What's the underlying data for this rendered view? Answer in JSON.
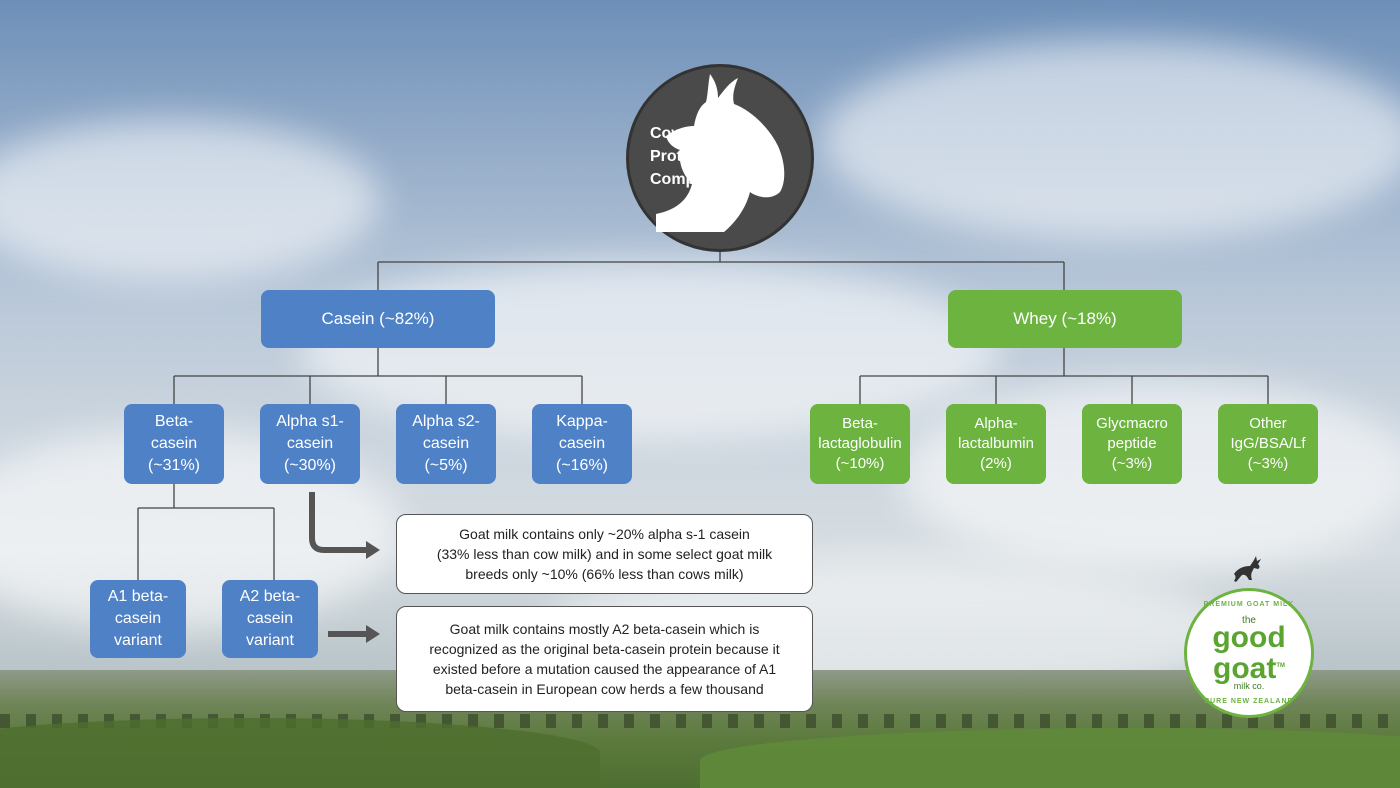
{
  "root": {
    "label_lines": [
      "Cow’s Milk",
      "Protein",
      "Composition"
    ]
  },
  "casein": {
    "label": "Casein (~82%)",
    "children": [
      {
        "lines": [
          "Beta-",
          "casein",
          "(~31%)"
        ]
      },
      {
        "lines": [
          "Alpha s1-",
          "casein",
          "(~30%)"
        ]
      },
      {
        "lines": [
          "Alpha s2-",
          "casein",
          "(~5%)"
        ]
      },
      {
        "lines": [
          "Kappa-",
          "casein",
          "(~16%)"
        ]
      }
    ],
    "variants": [
      {
        "lines": [
          "A1 beta-",
          "casein",
          "variant"
        ]
      },
      {
        "lines": [
          "A2 beta-",
          "casein",
          "variant"
        ]
      }
    ]
  },
  "whey": {
    "label": "Whey (~18%)",
    "children": [
      {
        "lines": [
          "Beta-",
          "lactaglobulin",
          "(~10%)"
        ]
      },
      {
        "lines": [
          "Alpha-",
          "lactalbumin",
          "(2%)"
        ]
      },
      {
        "lines": [
          "Glycmacro",
          "peptide",
          "(~3%)"
        ]
      },
      {
        "lines": [
          "Other",
          "IgG/BSA/Lf",
          "(~3%)"
        ]
      }
    ]
  },
  "notes": [
    {
      "lines": [
        "Goat milk contains only ~20% alpha s-1 casein",
        "(33% less than cow milk) and in some select goat milk",
        "breeds only ~10% (66% less than cows milk)"
      ]
    },
    {
      "lines": [
        "Goat milk contains mostly A2 beta-casein which is",
        "recognized as the original beta-casein protein because it",
        "existed before a mutation caused the appearance of A1",
        "beta-casein in European cow herds a few thousand"
      ]
    }
  ],
  "logo": {
    "ring_top": "PREMIUM GOAT MILK",
    "the": "the",
    "good": "good",
    "goat": "goat",
    "tm": "TM",
    "milk": "milk co.",
    "ring_bottom": "PURE NEW ZEALAND"
  },
  "icons": {
    "root": "cow-head-icon",
    "logo": "leaping-goat-icon"
  },
  "colors": {
    "casein": "#4f81c6",
    "whey": "#6cb33f",
    "root": "#4a4a4a",
    "line": "#444444"
  }
}
